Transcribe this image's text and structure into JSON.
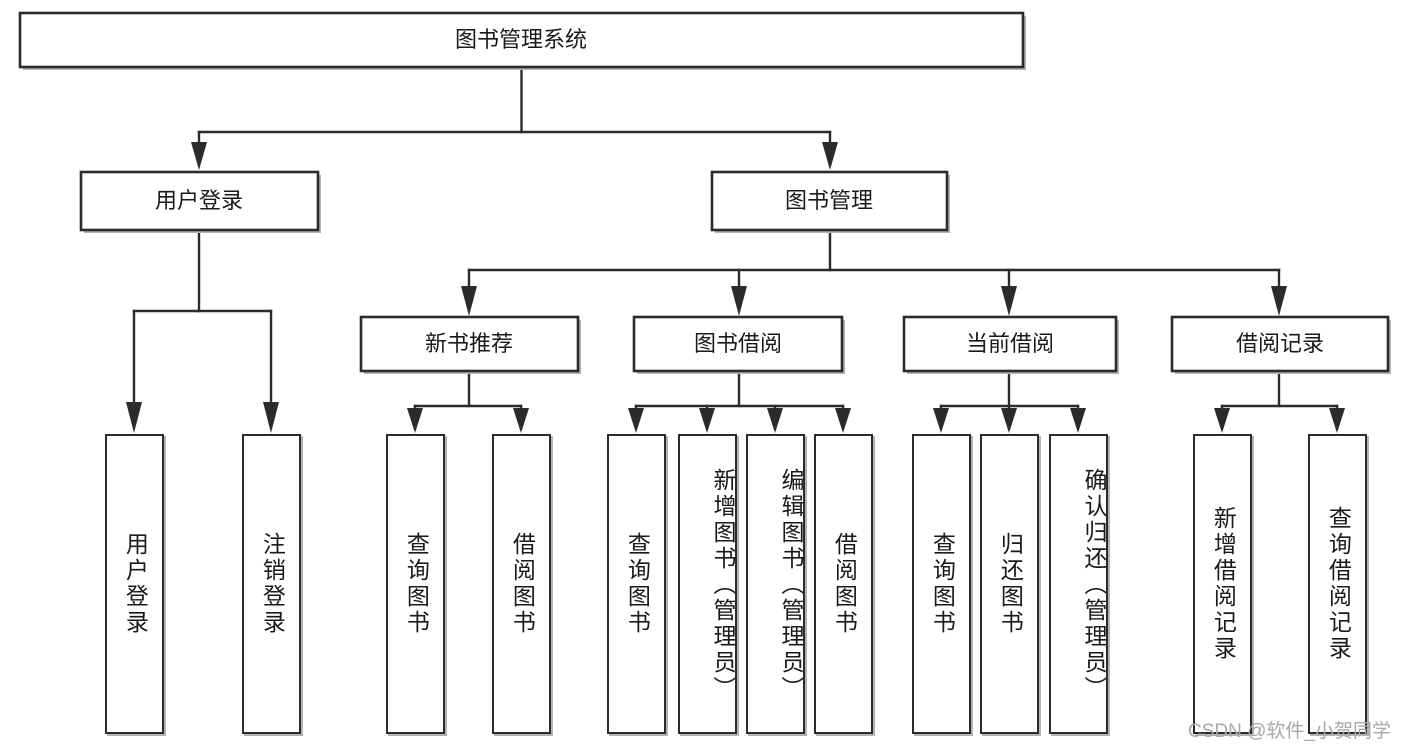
{
  "diagram": {
    "title": "图书管理系统",
    "type": "tree-hierarchy-chart",
    "root": {
      "id": "root",
      "label": "图书管理系统"
    },
    "level2": [
      {
        "id": "user-login",
        "label": "用户登录"
      },
      {
        "id": "book-manage",
        "label": "图书管理"
      }
    ],
    "level3": [
      {
        "id": "new-book-recommend",
        "label": "新书推荐"
      },
      {
        "id": "book-borrow",
        "label": "图书借阅"
      },
      {
        "id": "current-borrow",
        "label": "当前借阅"
      },
      {
        "id": "borrow-record",
        "label": "借阅记录"
      }
    ],
    "leaves": {
      "user_login": [
        {
          "id": "leaf-user-login",
          "label": "用户登录"
        },
        {
          "id": "leaf-logout-login",
          "label": "注销登录"
        }
      ],
      "new_book_recommend": [
        {
          "id": "leaf-query-book-1",
          "label": "查询图书"
        },
        {
          "id": "leaf-borrow-book-1",
          "label": "借阅图书"
        }
      ],
      "book_borrow": [
        {
          "id": "leaf-query-book-2",
          "label": "查询图书"
        },
        {
          "id": "leaf-add-book",
          "label": "新增图书（管理员）"
        },
        {
          "id": "leaf-edit-book",
          "label": "编辑图书（管理员）"
        },
        {
          "id": "leaf-borrow-book-2",
          "label": "借阅图书"
        }
      ],
      "current_borrow": [
        {
          "id": "leaf-query-book-3",
          "label": "查询图书"
        },
        {
          "id": "leaf-return-book",
          "label": "归还图书"
        },
        {
          "id": "leaf-confirm-return",
          "label": "确认归还（管理员）"
        }
      ],
      "borrow_record": [
        {
          "id": "leaf-add-record",
          "label": "新增借阅记录"
        },
        {
          "id": "leaf-query-record",
          "label": "查询借阅记录"
        }
      ]
    }
  },
  "watermark": {
    "text": "CSDN @软件_小贺同学"
  },
  "colors": {
    "line": "#2b2b2b",
    "box_fill": "#ffffff",
    "text": "#1a1a1a",
    "shadow": "#b3b3b3",
    "watermark": "#a8a8a8",
    "background": "#ffffff"
  }
}
